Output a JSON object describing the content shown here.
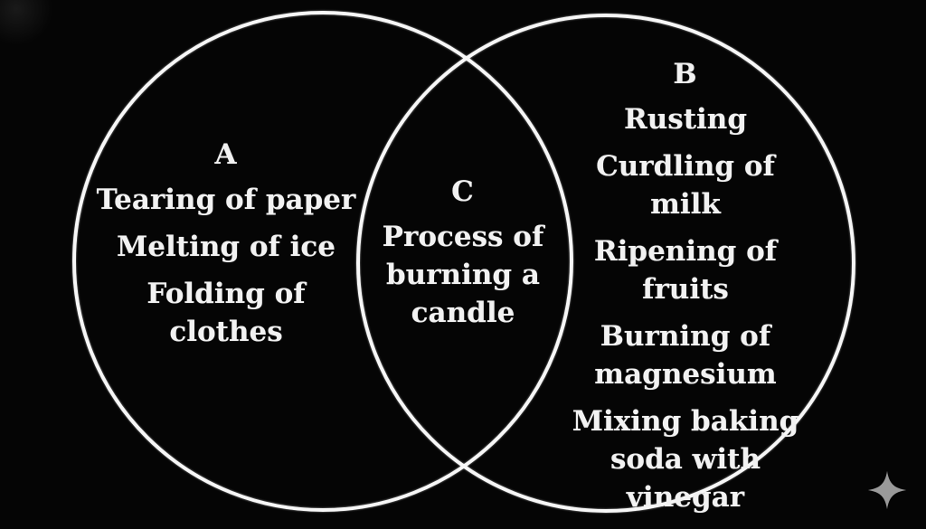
{
  "colors": {
    "background": "#050505",
    "circle_stroke": "#f7f7f7",
    "text": "#f2f2f2",
    "sparkle": "#9a9a9a"
  },
  "venn": {
    "left": {
      "label": "A",
      "items": [
        "Tearing of paper",
        "Melting of ice",
        "Folding of\nclothes"
      ]
    },
    "intersection": {
      "label": "C",
      "items": [
        "Process of\nburning a\ncandle"
      ]
    },
    "right": {
      "label": "B",
      "items": [
        "Rusting",
        "Curdling of milk",
        "Ripening of\nfruits",
        "Burning of\nmagnesium",
        "Mixing baking\nsoda with\nvinegar"
      ]
    }
  },
  "icons": {
    "sparkle": "sparkle-icon"
  }
}
